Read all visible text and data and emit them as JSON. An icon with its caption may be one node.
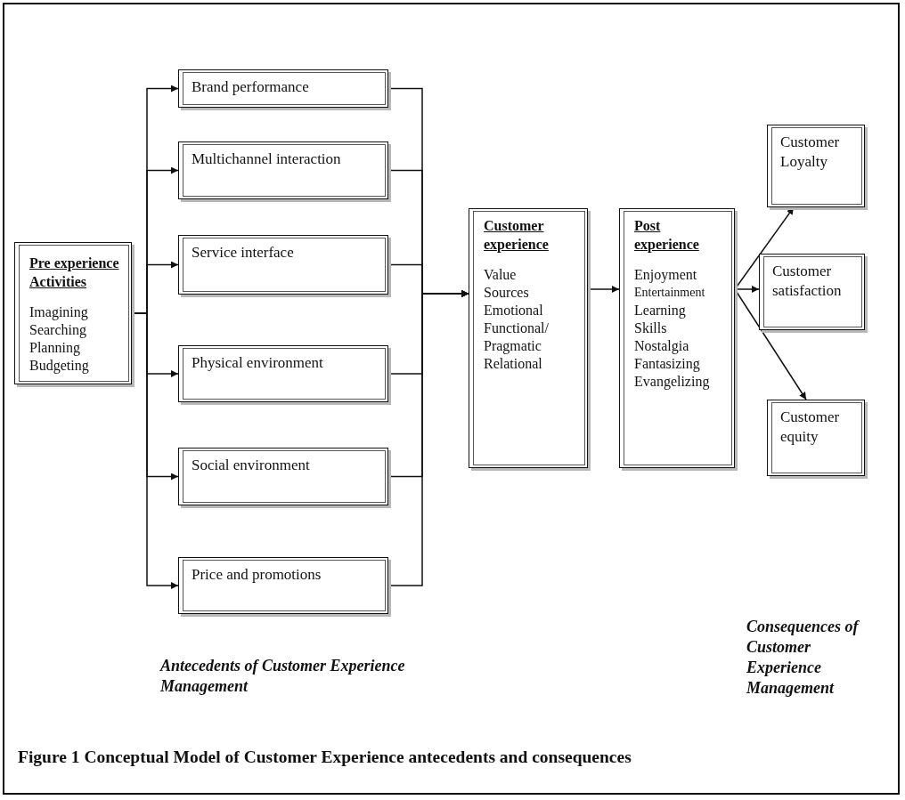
{
  "diagram": {
    "caption": "Figure 1 Conceptual Model of Customer Experience antecedents and consequences",
    "nodes": [
      {
        "text": [
          "Pre experience Activities",
          "Imagining",
          "Searching",
          "Planning",
          "Budgeting"
        ]
      },
      {
        "text": [
          "Brand performance"
        ]
      },
      {
        "text": [
          "Multichannel interaction"
        ]
      },
      {
        "text": [
          "Service interface"
        ]
      },
      {
        "text": [
          "Physical environment"
        ]
      },
      {
        "text": [
          "Social environment"
        ]
      },
      {
        "text": [
          "Price and promotions"
        ]
      },
      {
        "text": [
          "Customer experience",
          "Value",
          "Sources",
          "Emotional",
          "Functional/ Pragmatic",
          "Relational"
        ]
      },
      {
        "text": [
          "Post experience",
          "Enjoyment",
          "Entertainment",
          "Learning",
          "Skills",
          "Nostalgia",
          "Fantasizing",
          "Evangelizing"
        ]
      },
      {
        "text": [
          "Customer Loyalty"
        ]
      },
      {
        "text": [
          "Customer satisfaction"
        ]
      },
      {
        "text": [
          "Customer equity"
        ]
      }
    ],
    "edges": [
      {
        "from": 0,
        "to": 1,
        "arrow": "to"
      },
      {
        "from": 0,
        "to": 2,
        "arrow": "to"
      },
      {
        "from": 0,
        "to": 3,
        "arrow": "to"
      },
      {
        "from": 0,
        "to": 4,
        "arrow": "to"
      },
      {
        "from": 0,
        "to": 5,
        "arrow": "to"
      },
      {
        "from": 0,
        "to": 6,
        "arrow": "to"
      },
      {
        "from": 1,
        "to": 7,
        "arrow": "to"
      },
      {
        "from": 2,
        "to": 7,
        "arrow": "to"
      },
      {
        "from": 3,
        "to": 7,
        "arrow": "to"
      },
      {
        "from": 4,
        "to": 7,
        "arrow": "to"
      },
      {
        "from": 5,
        "to": 7,
        "arrow": "to"
      },
      {
        "from": 6,
        "to": 7,
        "arrow": "to"
      },
      {
        "from": 7,
        "to": 8,
        "arrow": "to"
      },
      {
        "from": 8,
        "to": 9,
        "arrow": "to"
      },
      {
        "from": 8,
        "to": 10,
        "arrow": "to"
      },
      {
        "from": 8,
        "to": 11,
        "arrow": "to"
      }
    ],
    "labels": [
      "Antecedents of Customer Experience Management",
      "Consequences of Customer Experience Management"
    ]
  }
}
